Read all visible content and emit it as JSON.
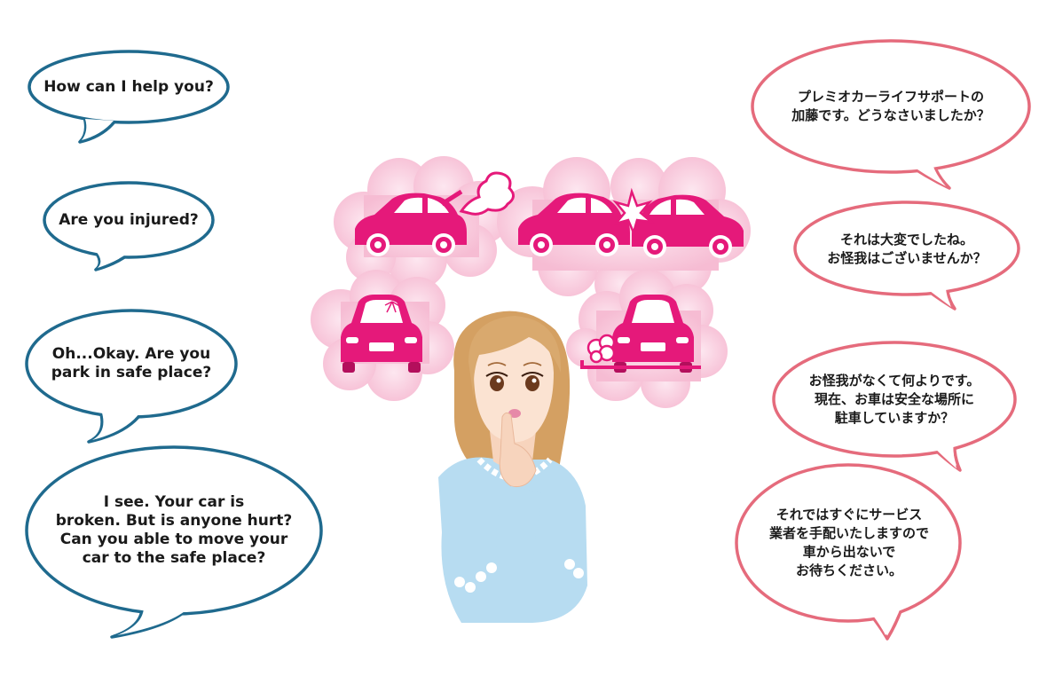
{
  "bubbles_left": [
    {
      "lines": [
        "How can I help you?"
      ],
      "color": "#1f6a8e"
    },
    {
      "lines": [
        "Are you injured?"
      ],
      "color": "#1f6a8e"
    },
    {
      "lines": [
        "Oh...Okay. Are you",
        "park in safe place?"
      ],
      "color": "#1f6a8e"
    },
    {
      "lines": [
        "I see. Your car is",
        "broken. But is anyone hurt?",
        "Can you able to move your",
        "car to the safe place?"
      ],
      "color": "#1f6a8e"
    }
  ],
  "bubbles_right": [
    {
      "lines": [
        "プレミオカーライフサポートの",
        "加藤です。どうなさいましたか？"
      ],
      "color": "#e56b7c"
    },
    {
      "lines": [
        "それは大変でしたね。",
        "お怪我はございませんか？"
      ],
      "color": "#e56b7c"
    },
    {
      "lines": [
        "お怪我がなくて何よりです。",
        "現在、お車は安全な場所に",
        "駐車していますか？"
      ],
      "color": "#e56b7c"
    },
    {
      "lines": [
        "それではすぐにサービス",
        "業者を手配いたしますので",
        "車から出ないで",
        "お待ちください。"
      ],
      "color": "#e56b7c"
    }
  ],
  "colors": {
    "car_pink": "#e5197a",
    "cloud_pink": "#f8c6da",
    "hair": "#d4a062",
    "skin": "#fbe3d2",
    "blouse": "#b7dcf1"
  },
  "icons": [
    "car-steam-icon",
    "car-collision-icon",
    "car-cracked-windshield-icon",
    "car-skid-icon",
    "worried-woman-illustration"
  ]
}
